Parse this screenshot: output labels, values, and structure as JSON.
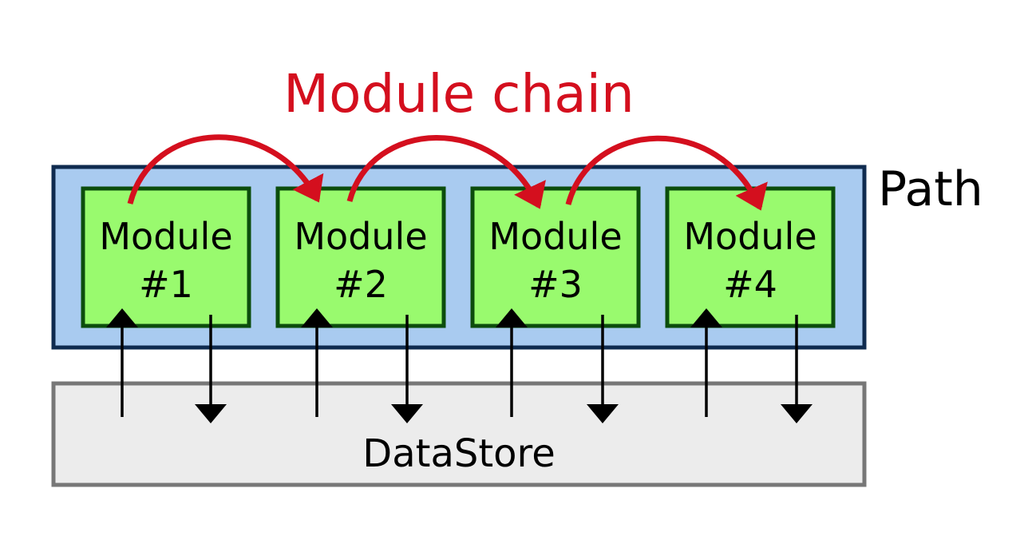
{
  "title": "Module chain",
  "path_label": "Path",
  "datastore_label": "DataStore",
  "modules": [
    {
      "line1": "Module",
      "line2": "#1"
    },
    {
      "line1": "Module",
      "line2": "#2"
    },
    {
      "line1": "Module",
      "line2": "#3"
    },
    {
      "line1": "Module",
      "line2": "#4"
    }
  ],
  "colors": {
    "chain_accent": "#d40f1e",
    "path_fill": "#a9cbf0",
    "path_stroke": "#0f2b4f",
    "module_fill": "#99fa6e",
    "module_stroke": "#0c4d0c",
    "datastore_fill": "#ececec",
    "datastore_stroke": "#777777",
    "text": "#000000"
  }
}
